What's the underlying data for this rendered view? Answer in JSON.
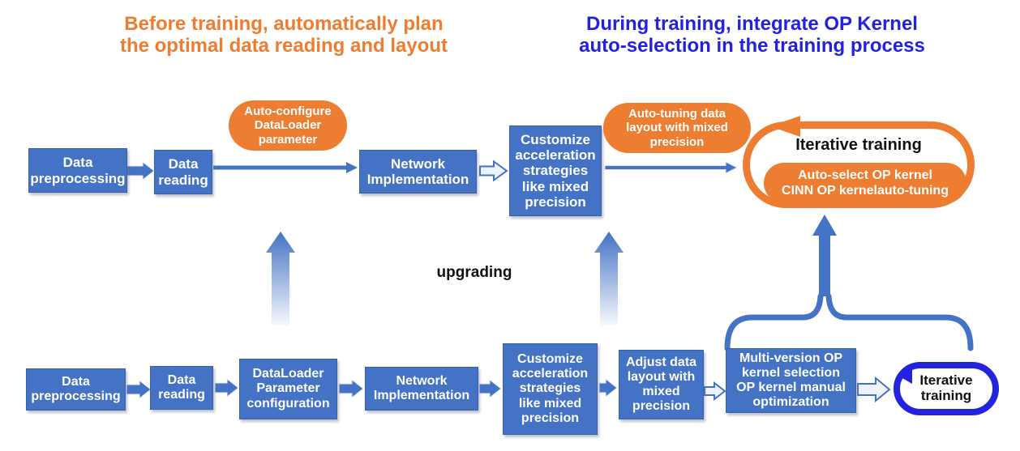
{
  "headers": {
    "before": {
      "line1": "Before training, automatically plan",
      "line2": "the optimal data reading and layout"
    },
    "during": {
      "line1": "During training, integrate OP Kernel",
      "line2": "auto-selection in the training process"
    }
  },
  "top_flow": {
    "boxes": [
      {
        "label": "Data preprocessing"
      },
      {
        "label": "Data reading"
      },
      {
        "label": "Network Implementation"
      },
      {
        "label": "Customize acceleration strategies like mixed precision"
      }
    ],
    "callouts": [
      {
        "label": "Auto-configure DataLoader parameter"
      },
      {
        "label": "Auto-tuning data layout with mixed precision"
      }
    ],
    "loop": {
      "title": "Iterative training",
      "pill": {
        "line1": "Auto-select OP kernel",
        "line2": "CINN OP kernelauto-tuning"
      }
    }
  },
  "middle": {
    "upgrading_label": "upgrading"
  },
  "bottom_flow": {
    "boxes": [
      {
        "label": "Data preprocessing"
      },
      {
        "label": "Data reading"
      },
      {
        "label": "DataLoader Parameter configuration"
      },
      {
        "label": "Network Implementation"
      },
      {
        "label": "Customize acceleration strategies like mixed precision"
      },
      {
        "label": "Adjust data layout with mixed precision"
      },
      {
        "label": "Multi-version OP kernel selection OP kernel manual optimization"
      }
    ],
    "loop": {
      "title": "Iterative training"
    }
  },
  "colors": {
    "orange": "#ED7D31",
    "flow_box_blue": "#4472C4",
    "bright_blue": "#2222DF",
    "box_text": "#FFFFFF",
    "loop_title_text": "#111111"
  }
}
